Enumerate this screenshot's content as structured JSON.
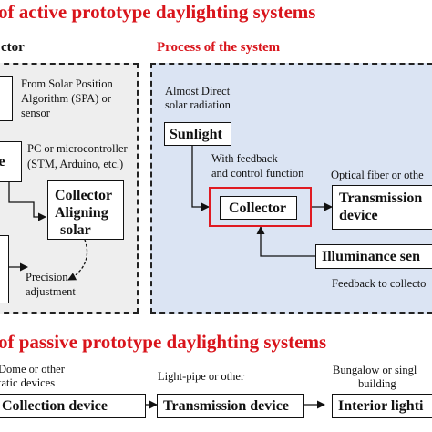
{
  "titles": {
    "active": "of active prototype daylighting systems",
    "passive": "of passive prototype daylighting systems"
  },
  "left_panel": {
    "heading": "ctor",
    "spa_note_1": "From Solar Position",
    "spa_note_2": "Algorithm (SPA) or",
    "spa_note_3": "sensor",
    "module_label": "le",
    "pc_note_1": "PC or microcontroller",
    "pc_note_2": "(STM, Arduino, etc.)",
    "collector_aligning_1": "Collector",
    "collector_aligning_2": "Aligning",
    "collector_aligning_3": "solar",
    "precision_1": "Precision",
    "precision_2": "adjustment"
  },
  "right_panel": {
    "heading": "Process of the system",
    "direct_1": "Almost Direct",
    "direct_2": "solar radiation",
    "sunlight": "Sunlight",
    "feedback_1": "With feedback",
    "feedback_2": "and control function",
    "collector": "Collector",
    "optical_note": "Optical fiber or othe",
    "transmission_1": "Transmission",
    "transmission_2": "device",
    "illuminance": "Illuminance sen",
    "feedback_to": "Feedback to collecto"
  },
  "passive": {
    "dome_1": "Dome or other",
    "dome_2": "tatic devices",
    "lightpipe": "Light-pipe or other",
    "bungalow_1": "Bungalow or  singl",
    "bungalow_2": "building",
    "collection_device": "Collection device",
    "transmission_device": "Transmission device",
    "interior_lighting": "Interior lighti"
  },
  "colors": {
    "title_red": "#d9141b",
    "highlight_red": "#e01a22",
    "left_panel_bg": "#eeeeee",
    "right_panel_bg": "#dbe4f3"
  }
}
